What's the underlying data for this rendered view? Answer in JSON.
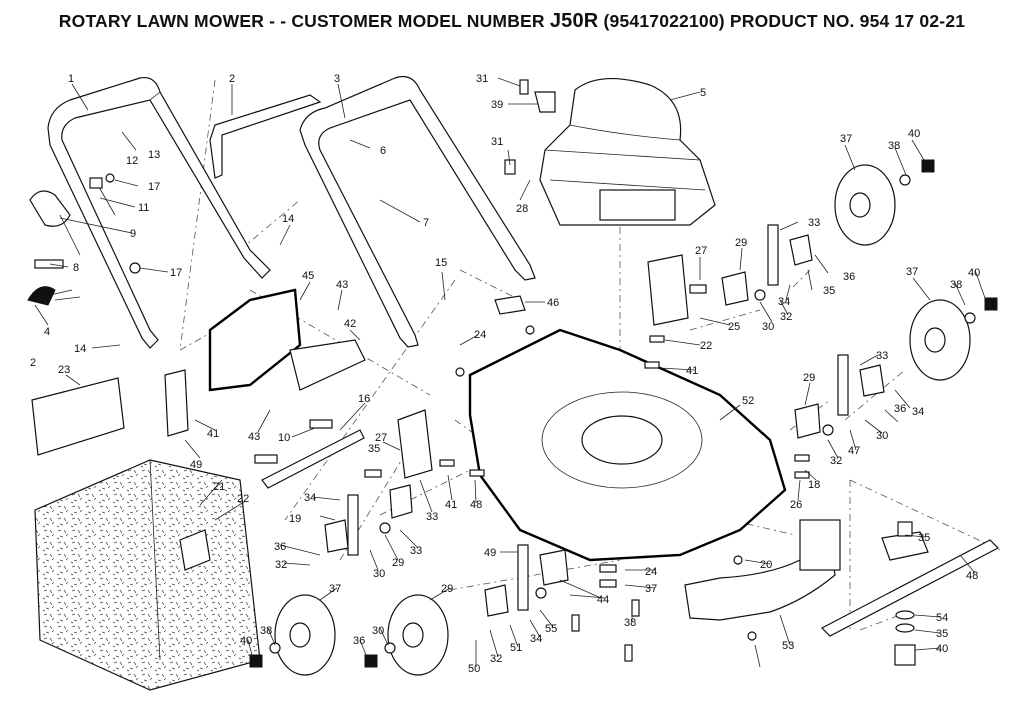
{
  "title": {
    "prefix": "ROTARY LAWN MOWER - - CUSTOMER MODEL NUMBER ",
    "model": "J50R",
    "suffix": " (95417022100) PRODUCT NO. 954 17 02-21"
  },
  "callouts": [
    {
      "id": "c1",
      "text": "1"
    },
    {
      "id": "c2",
      "text": "2"
    },
    {
      "id": "c3",
      "text": "3"
    },
    {
      "id": "c31a",
      "text": "31"
    },
    {
      "id": "c39",
      "text": "39"
    },
    {
      "id": "c5",
      "text": "5"
    },
    {
      "id": "c12",
      "text": "12"
    },
    {
      "id": "c13",
      "text": "13"
    },
    {
      "id": "c6",
      "text": "6"
    },
    {
      "id": "c31b",
      "text": "31"
    },
    {
      "id": "c28",
      "text": "28"
    },
    {
      "id": "c37a",
      "text": "37"
    },
    {
      "id": "c38a",
      "text": "38"
    },
    {
      "id": "c40a",
      "text": "40"
    },
    {
      "id": "c17a",
      "text": "17"
    },
    {
      "id": "c11",
      "text": "11"
    },
    {
      "id": "c9",
      "text": "9"
    },
    {
      "id": "c14a",
      "text": "14"
    },
    {
      "id": "c7",
      "text": "7"
    },
    {
      "id": "c33a",
      "text": "33"
    },
    {
      "id": "c27a",
      "text": "27"
    },
    {
      "id": "c29a",
      "text": "29"
    },
    {
      "id": "c8",
      "text": "8"
    },
    {
      "id": "c17b",
      "text": "17"
    },
    {
      "id": "c45",
      "text": "45"
    },
    {
      "id": "c15",
      "text": "15"
    },
    {
      "id": "c43a",
      "text": "43"
    },
    {
      "id": "c36a",
      "text": "36"
    },
    {
      "id": "c35a",
      "text": "35"
    },
    {
      "id": "c34a",
      "text": "34"
    },
    {
      "id": "c37b",
      "text": "37"
    },
    {
      "id": "c38b",
      "text": "38"
    },
    {
      "id": "c40b",
      "text": "40"
    },
    {
      "id": "c4",
      "text": "4"
    },
    {
      "id": "c46",
      "text": "46"
    },
    {
      "id": "c42",
      "text": "42"
    },
    {
      "id": "c24a",
      "text": "24"
    },
    {
      "id": "c30a",
      "text": "30"
    },
    {
      "id": "c32a",
      "text": "32"
    },
    {
      "id": "c25",
      "text": "25"
    },
    {
      "id": "c14b",
      "text": "14"
    },
    {
      "id": "c2b",
      "text": "2"
    },
    {
      "id": "c22a",
      "text": "22"
    },
    {
      "id": "c33b",
      "text": "33"
    },
    {
      "id": "c23",
      "text": "23"
    },
    {
      "id": "c41a",
      "text": "41"
    },
    {
      "id": "c29b",
      "text": "29"
    },
    {
      "id": "c52",
      "text": "52"
    },
    {
      "id": "c16",
      "text": "16"
    },
    {
      "id": "c41b",
      "text": "41"
    },
    {
      "id": "c43b",
      "text": "43"
    },
    {
      "id": "c10",
      "text": "10"
    },
    {
      "id": "c27b",
      "text": "27"
    },
    {
      "id": "c35b",
      "text": "35"
    },
    {
      "id": "c36b",
      "text": "36"
    },
    {
      "id": "c34b",
      "text": "34"
    },
    {
      "id": "c30b",
      "text": "30"
    },
    {
      "id": "c32b",
      "text": "32"
    },
    {
      "id": "c47",
      "text": "47"
    },
    {
      "id": "c49a",
      "text": "49"
    },
    {
      "id": "c18",
      "text": "18"
    },
    {
      "id": "c21",
      "text": "21"
    },
    {
      "id": "c22b",
      "text": "22"
    },
    {
      "id": "c41c",
      "text": "41"
    },
    {
      "id": "c48a",
      "text": "48"
    },
    {
      "id": "c26",
      "text": "26"
    },
    {
      "id": "c33c",
      "text": "33"
    },
    {
      "id": "c34c",
      "text": "34"
    },
    {
      "id": "c19",
      "text": "19"
    },
    {
      "id": "c35c",
      "text": "35"
    },
    {
      "id": "c36c",
      "text": "36"
    },
    {
      "id": "c32c",
      "text": "32"
    },
    {
      "id": "c30c",
      "text": "30"
    },
    {
      "id": "c29c",
      "text": "29"
    },
    {
      "id": "c33d",
      "text": "33"
    },
    {
      "id": "c49b",
      "text": "49"
    },
    {
      "id": "c24b",
      "text": "24"
    },
    {
      "id": "c20",
      "text": "20"
    },
    {
      "id": "c48b",
      "text": "48"
    },
    {
      "id": "c37c",
      "text": "37"
    },
    {
      "id": "c37d",
      "text": "37"
    },
    {
      "id": "c29d",
      "text": "29"
    },
    {
      "id": "c44",
      "text": "44"
    },
    {
      "id": "c38c",
      "text": "38"
    },
    {
      "id": "c38d",
      "text": "38"
    },
    {
      "id": "c30d",
      "text": "30"
    },
    {
      "id": "c55",
      "text": "55"
    },
    {
      "id": "c54",
      "text": "54"
    },
    {
      "id": "c35d",
      "text": "35"
    },
    {
      "id": "c32d",
      "text": "32"
    },
    {
      "id": "c34d",
      "text": "34"
    },
    {
      "id": "c51",
      "text": "51"
    },
    {
      "id": "c53",
      "text": "53"
    },
    {
      "id": "c40c",
      "text": "40"
    },
    {
      "id": "c40d",
      "text": "40"
    },
    {
      "id": "c36d",
      "text": "36"
    },
    {
      "id": "c50",
      "text": "50"
    }
  ]
}
